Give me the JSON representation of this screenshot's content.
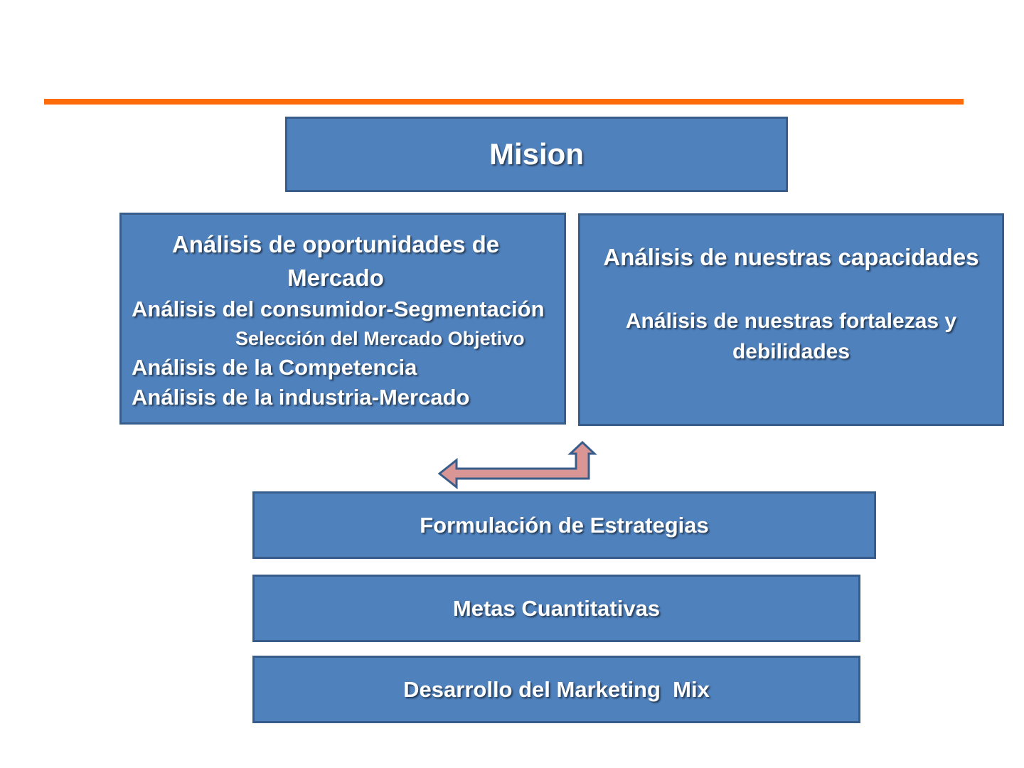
{
  "colors": {
    "accent_rule": "#ff6a0a",
    "box_fill": "#4f81bd",
    "box_border": "#385d8a",
    "arrow_fill": "#d99694",
    "arrow_stroke": "#385d8a"
  },
  "diagram": {
    "mision": "Mision",
    "mercado": {
      "title": "Análisis de oportunidades de Mercado",
      "line1": "Análisis del consumidor-Segmentación",
      "line2": "Selección del Mercado Objetivo",
      "line3": "Análisis de la Competencia",
      "line4": "Análisis de la industria-Mercado"
    },
    "capacidades": {
      "title": "Análisis de nuestras capacidades",
      "subtitle": "Análisis de nuestras fortalezas y debilidades"
    },
    "estrategias": "Formulación de Estrategias",
    "metas": "Metas Cuantitativas",
    "mix": "Desarrollo del Marketing  Mix",
    "arrow_icon": "bent-double-arrow-icon"
  }
}
